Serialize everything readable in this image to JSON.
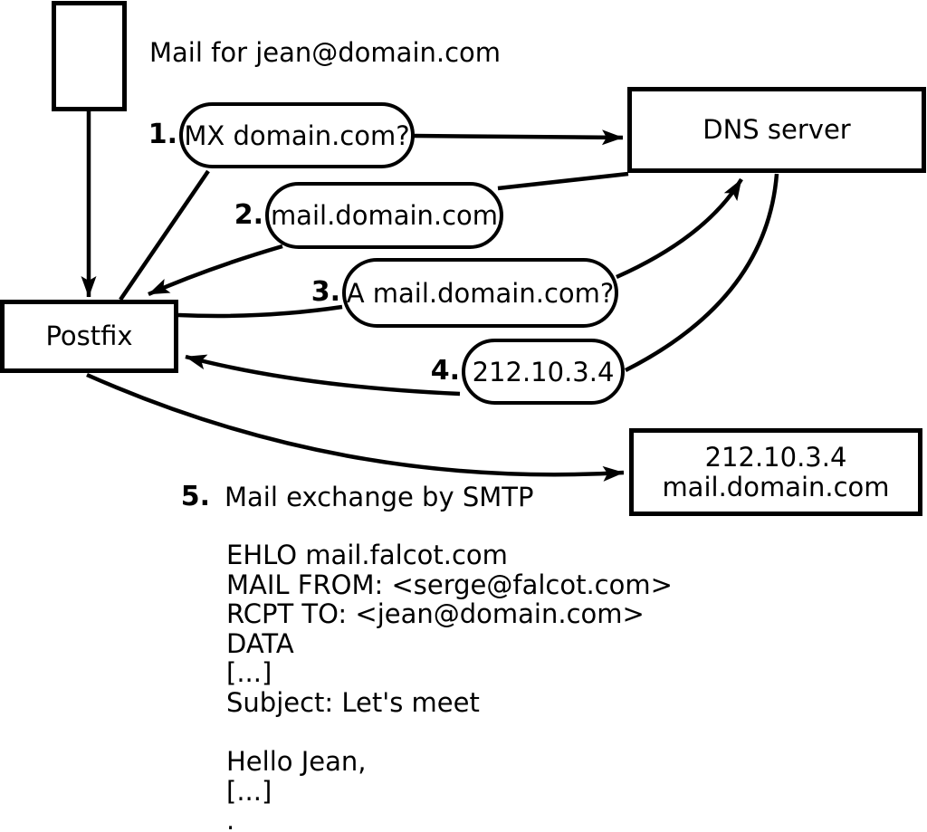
{
  "diagram": {
    "background": "#ffffff",
    "stroke_color": "#000000",
    "mail_label": "Mail for jean@domain.com",
    "nodes": {
      "postfix": "Postfix",
      "dns_server": "DNS server",
      "mail_server": {
        "line1": "212.10.3.4",
        "line2": "mail.domain.com"
      }
    },
    "steps": [
      {
        "num": "1.",
        "label": "MX domain.com?"
      },
      {
        "num": "2.",
        "label": "mail.domain.com"
      },
      {
        "num": "3.",
        "label": "A mail.domain.com?"
      },
      {
        "num": "4.",
        "label": "212.10.3.4"
      },
      {
        "num": "5.",
        "label": "Mail exchange by SMTP"
      }
    ],
    "smtp_session": {
      "lines": [
        "EHLO mail.falcot.com",
        "MAIL FROM: <serge@falcot.com>",
        "RCPT TO: <jean@domain.com>",
        "DATA",
        "[...]",
        "Subject: Let's meet",
        "",
        "Hello Jean,",
        "[...]",
        "."
      ]
    }
  }
}
